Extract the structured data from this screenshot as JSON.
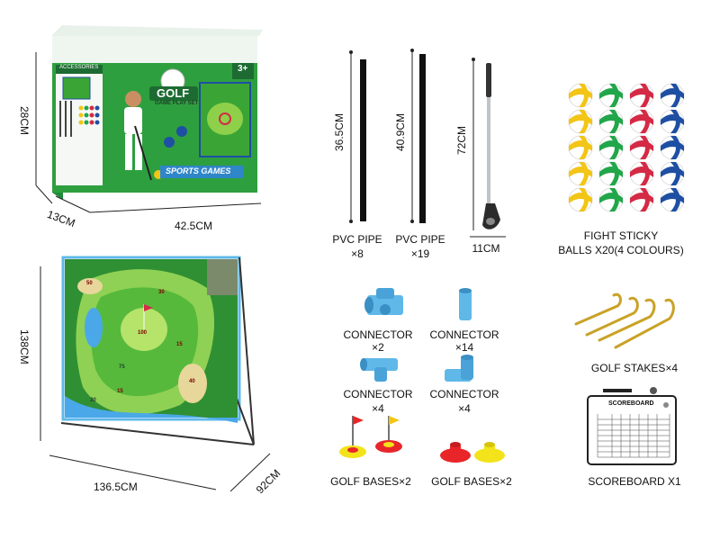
{
  "box": {
    "height_label": "28CM",
    "depth_label": "13CM",
    "width_label": "42.5CM",
    "accessories_label": "ACCESSORIES",
    "title": "GOLF",
    "subtitle": "GAME PLAY SET",
    "sports_games": "SPORTS GAMES",
    "age": "3+"
  },
  "target": {
    "height_label": "138CM",
    "width_label": "136.5CM",
    "depth_label": "92CM",
    "scores": [
      "30",
      "100",
      "75",
      "15",
      "40",
      "15",
      "50",
      "30"
    ]
  },
  "pipes": [
    {
      "length_label": "36.5CM",
      "name": "PVC PIPE",
      "qty": "×8"
    },
    {
      "length_label": "40.9CM",
      "name": "PVC PIPE",
      "qty": "×19"
    }
  ],
  "club": {
    "length_label": "72CM",
    "head_label": "11CM"
  },
  "balls": {
    "title_line1": "FIGHT STICKY",
    "title_line2": "BALLS X20(4 COLOURS)",
    "colors": [
      "#f2c516",
      "#22a64a",
      "#d42a45",
      "#1e4fa3"
    ]
  },
  "connectors": [
    {
      "name": "CONNECTOR",
      "qty": "×2"
    },
    {
      "name": "CONNECTOR",
      "qty": "×14"
    },
    {
      "name": "CONNECTOR",
      "qty": "×4"
    },
    {
      "name": "CONNECTOR",
      "qty": "×4"
    }
  ],
  "stakes": {
    "label": "GOLF STAKES×4"
  },
  "scoreboard": {
    "title": "SCOREBOARD",
    "label": "SCOREBOARD X1"
  },
  "bases": [
    {
      "label": "GOLF BASES×2"
    },
    {
      "label": "GOLF BASES×2"
    }
  ],
  "colors": {
    "pipe": "#5fb8e8",
    "stake": "#c9a227",
    "grass": "#3aa535"
  }
}
